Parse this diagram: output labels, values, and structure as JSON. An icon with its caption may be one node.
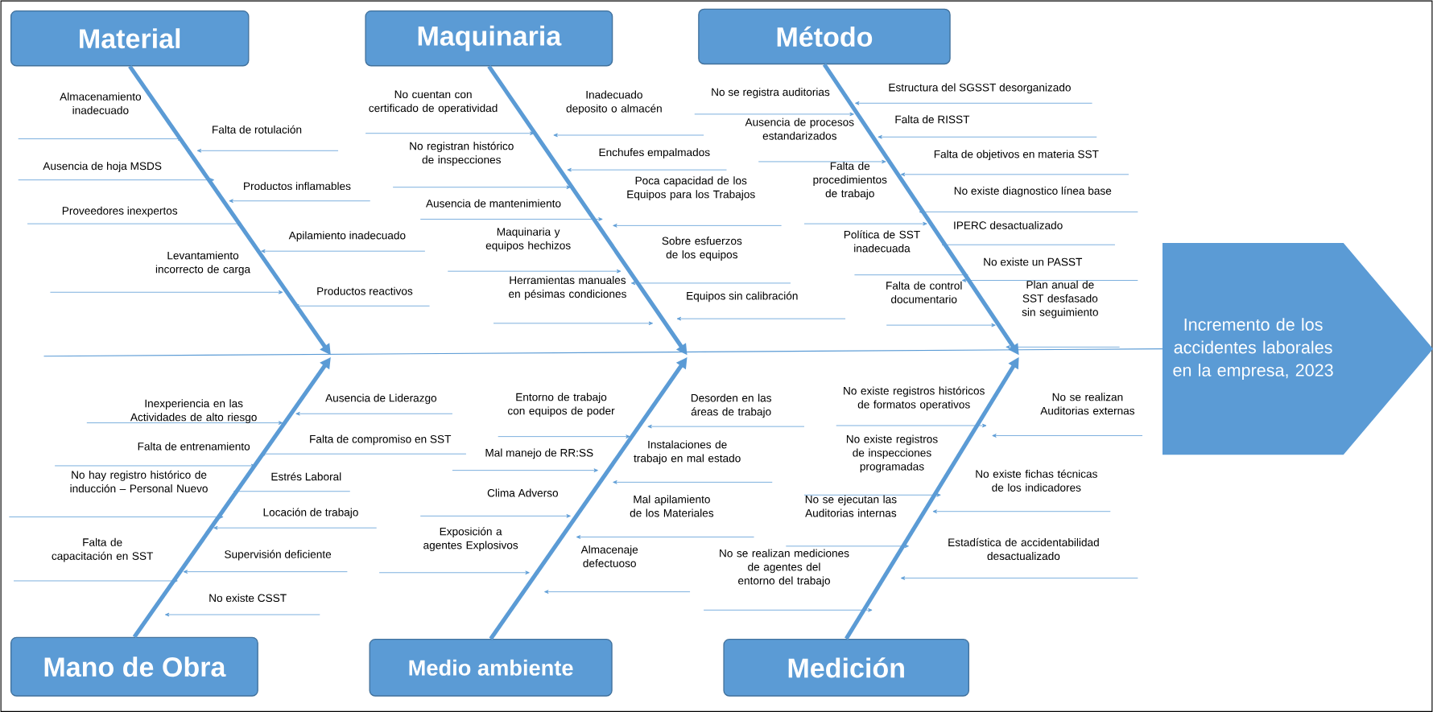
{
  "diagram": {
    "nodes": [
      {
        "text": [
          "Material"
        ]
      },
      {
        "text": [
          "Maquinaria"
        ]
      },
      {
        "text": [
          "Método"
        ]
      },
      {
        "text": [
          "Mano de Obra"
        ]
      },
      {
        "text": [
          "Medio ambiente"
        ]
      },
      {
        "text": [
          "Medición"
        ]
      },
      {
        "text": [
          "Incremento de los accidentes laborales en la empresa, 2023"
        ]
      }
    ],
    "edges": [
      {
        "from": 0,
        "to": null,
        "arrow": "to"
      },
      {
        "from": 1,
        "to": null,
        "arrow": "to"
      },
      {
        "from": 2,
        "to": null,
        "arrow": "to"
      },
      {
        "from": 3,
        "to": null,
        "arrow": "to"
      },
      {
        "from": 4,
        "to": null,
        "arrow": "to"
      },
      {
        "from": 5,
        "to": null,
        "arrow": "to"
      },
      {
        "from": null,
        "to": 6,
        "arrow": "none"
      }
    ],
    "labels": [
      "Almacenamiento inadecuado",
      "Falta de rotulación",
      "Ausencia de hoja MSDS",
      "Productos inflamables",
      "Proveedores inexpertos",
      "Apilamiento inadecuado",
      "Levantamiento incorrecto de carga",
      "Productos reactivos",
      "No cuentan con certificado de operatividad",
      "Inadecuado deposito o almacén",
      "No registran histórico de inspecciones",
      "Enchufes empalmados",
      "Poca capacidad de los Equipos para los Trabajos",
      "Ausencia de mantenimiento",
      "Maquinaria y equipos hechizos",
      "Sobre esfuerzos de los equipos",
      "Herramientas manuales en pésimas condiciones",
      "Equipos sin calibración",
      "No se registra auditorias",
      "Estructura del SGSST desorganizado",
      "Falta de RISST",
      "Ausencia de procesos estandarizados",
      "Falta de objetivos en materia SST",
      "Falta de procedimientos de trabajo",
      "No existe diagnostico línea base",
      "IPERC desactualizado",
      "Política de SST inadecuada",
      "No existe un PASST",
      "Falta de control documentario",
      "Plan anual de SST desfasado sin seguimiento",
      "Inexperiencia en las Actividades de alto riesgo",
      "Ausencia de Liderazgo",
      "Falta de entrenamiento",
      "Falta de compromiso en SST",
      "No hay registro histórico de inducción – Personal Nuevo",
      "Estrés Laboral",
      "Locación de trabajo",
      "Falta de capacitación en SST",
      "Supervisión deficiente",
      "No existe CSST",
      "Entorno de trabajo con equipos de poder",
      "Desorden en las áreas de trabajo",
      "Mal manejo de RR:SS",
      "Instalaciones de trabajo en mal estado",
      "Clima Adverso",
      "Mal apilamiento de los Materiales",
      "Exposición a agentes Explosivos",
      "Almacenaje defectuoso",
      "No existe registros históricos de formatos operativos",
      "No se realizan Auditorias externas",
      "No existe registros de inspecciones programadas",
      "No existe fichas técnicas de los indicadores",
      "No se ejecutan las Auditorias internas",
      "Estadística de accidentabilidad desactualizado",
      "No se realizan mediciones de agentes del entorno del trabajo"
    ]
  }
}
